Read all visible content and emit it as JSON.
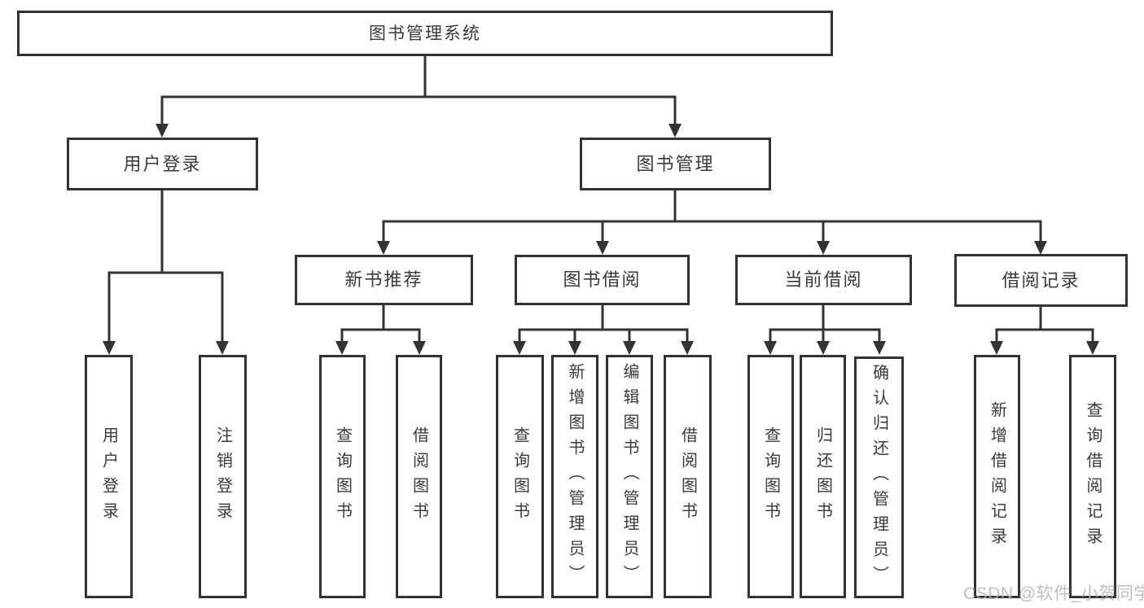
{
  "diagram": {
    "title": "图书管理系统",
    "colors": {
      "line": "#333333",
      "text": "#3a3a3a",
      "background": "#ffffff",
      "watermark": "#b4b4b4"
    },
    "tree": {
      "root": {
        "label": "图书管理系统",
        "children": [
          {
            "label": "用户登录",
            "children": [
              {
                "label": "用户登录"
              },
              {
                "label": "注销登录"
              }
            ]
          },
          {
            "label": "图书管理",
            "children": [
              {
                "label": "新书推荐",
                "children": [
                  {
                    "label": "查询图书"
                  },
                  {
                    "label": "借阅图书"
                  }
                ]
              },
              {
                "label": "图书借阅",
                "children": [
                  {
                    "label": "查询图书"
                  },
                  {
                    "label": "新增图书（管理员）"
                  },
                  {
                    "label": "编辑图书（管理员）"
                  },
                  {
                    "label": "借阅图书"
                  }
                ]
              },
              {
                "label": "当前借阅",
                "children": [
                  {
                    "label": "查询图书"
                  },
                  {
                    "label": "归还图书"
                  },
                  {
                    "label": "确认归还（管理员）"
                  }
                ]
              },
              {
                "label": "借阅记录",
                "children": [
                  {
                    "label": "新增借阅记录"
                  },
                  {
                    "label": "查询借阅记录"
                  }
                ]
              }
            ]
          }
        ]
      }
    },
    "watermark": "CSDN @软件_小贺同学"
  }
}
